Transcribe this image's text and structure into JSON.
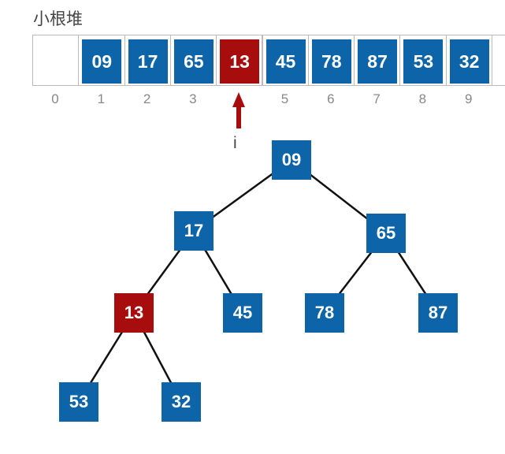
{
  "title": "小根堆",
  "colors": {
    "normal": "#0e64a8",
    "highlight": "#a80d0d"
  },
  "array": [
    {
      "index": "0",
      "value": ""
    },
    {
      "index": "1",
      "value": "09"
    },
    {
      "index": "2",
      "value": "17"
    },
    {
      "index": "3",
      "value": "65"
    },
    {
      "index": "",
      "value": "13",
      "highlight": true
    },
    {
      "index": "5",
      "value": "45"
    },
    {
      "index": "6",
      "value": "78"
    },
    {
      "index": "7",
      "value": "87"
    },
    {
      "index": "8",
      "value": "53"
    },
    {
      "index": "9",
      "value": "32"
    }
  ],
  "pointer_label": "i",
  "tree": [
    {
      "value": "09"
    },
    {
      "value": "17"
    },
    {
      "value": "65"
    },
    {
      "value": "13",
      "highlight": true
    },
    {
      "value": "45"
    },
    {
      "value": "78"
    },
    {
      "value": "87"
    },
    {
      "value": "53"
    },
    {
      "value": "32"
    }
  ]
}
